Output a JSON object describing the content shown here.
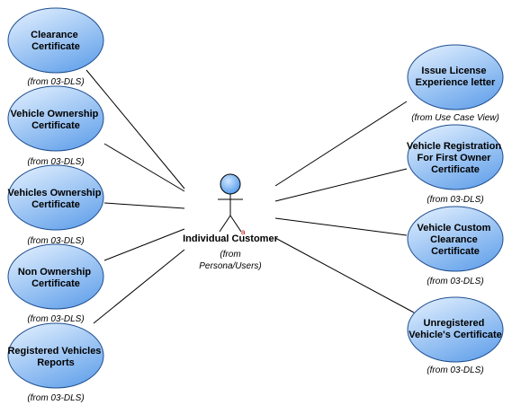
{
  "actor": {
    "name": "Individual Customer",
    "from_line1": "(from",
    "from_line2": "Persona/Users)",
    "marker": "a"
  },
  "use_cases": [
    {
      "id": "uc1",
      "lines": [
        "Clearance",
        "Certificate"
      ],
      "from": "(from 03-DLS)"
    },
    {
      "id": "uc2",
      "lines": [
        "Vehicle Ownership",
        "Certificate"
      ],
      "from": "(from 03-DLS)"
    },
    {
      "id": "uc3",
      "lines": [
        "Vehicles Ownership",
        "Certificate"
      ],
      "from": "(from 03-DLS)"
    },
    {
      "id": "uc4",
      "lines": [
        "Non Ownership",
        "Certificate"
      ],
      "from": "(from 03-DLS)"
    },
    {
      "id": "uc5",
      "lines": [
        "Registered Vehicles",
        "Reports"
      ],
      "from": "(from 03-DLS)"
    },
    {
      "id": "uc6",
      "lines": [
        "Issue License",
        "Experience letter"
      ],
      "from": "(from Use Case View)"
    },
    {
      "id": "uc7",
      "lines": [
        "Vehicle Registration",
        "For First Owner",
        "Certificate"
      ],
      "from": "(from 03-DLS)"
    },
    {
      "id": "uc8",
      "lines": [
        "Vehicle Custom",
        "Clearance",
        "Certificate"
      ],
      "from": "(from 03-DLS)"
    },
    {
      "id": "uc9",
      "lines": [
        "Unregistered",
        "Vehicle's Certificate"
      ],
      "from": "(from 03-DLS)"
    }
  ],
  "colors": {
    "usecase_fill_top": "#d4e8ff",
    "usecase_fill_bottom": "#7fb4f0",
    "usecase_stroke": "#1f4f8f",
    "actor_head": "#6aaef0",
    "line": "#000000",
    "marker": "#cc0000"
  }
}
